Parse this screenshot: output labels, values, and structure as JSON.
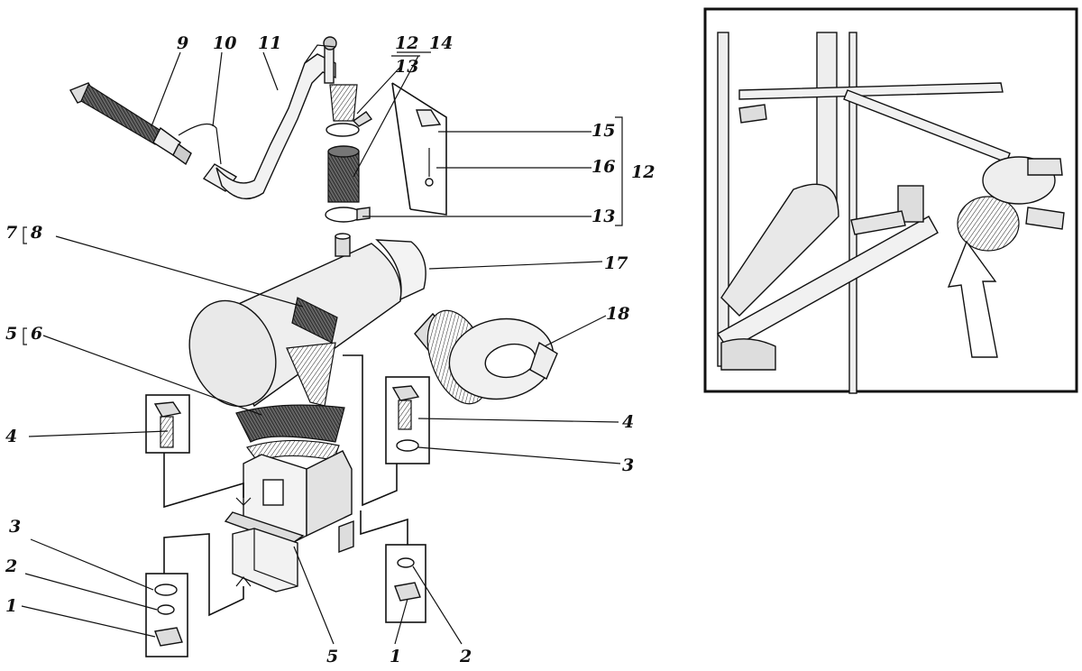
{
  "callouts": {
    "n1a": "1",
    "n1b": "1",
    "n2a": "2",
    "n2b": "2",
    "n3a": "3",
    "n3b": "3",
    "n4a": "4",
    "n4b": "4",
    "n5a": "5",
    "n5b": "5",
    "n6": "6",
    "n7": "7",
    "n8": "8",
    "n9": "9",
    "n10": "10",
    "n11": "11",
    "n12a": "12",
    "n12b": "12",
    "n13a": "13",
    "n13b": "13",
    "n14": "14",
    "n15": "15",
    "n16": "16",
    "n17": "17",
    "n18": "18"
  }
}
